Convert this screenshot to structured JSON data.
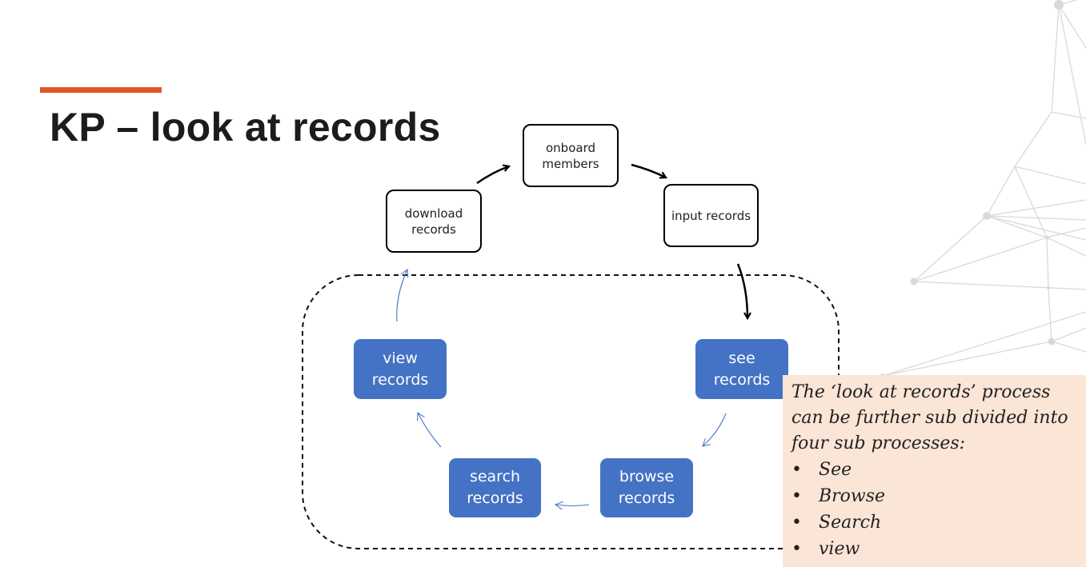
{
  "title": "KP – look at records",
  "colors": {
    "accent": "#e0562a",
    "blue_box": "#4472c4",
    "note_bg": "#fbe5d6"
  },
  "top_cycle": {
    "download": "download\nrecords",
    "onboard": "onboard\nmembers",
    "input": "input records"
  },
  "sub_process": {
    "see": "see\nrecords",
    "browse": "browse\nrecords",
    "search": "search\nrecords",
    "view": "view\nrecords"
  },
  "note": {
    "text": "The ‘look at records’ process can be further sub divided into four sub processes:",
    "items": [
      "See",
      "Browse",
      "Search",
      "view"
    ]
  }
}
